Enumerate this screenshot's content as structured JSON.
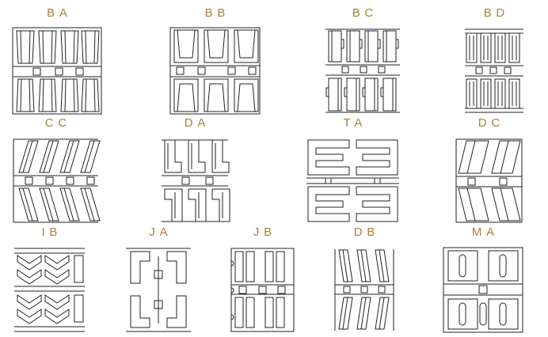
{
  "accent_color": "#A6843C",
  "line_color": "#222222",
  "rows": [
    {
      "items": [
        {
          "label": "BA"
        },
        {
          "label": "BB"
        },
        {
          "label": "BC"
        },
        {
          "label": "BD"
        }
      ]
    },
    {
      "items": [
        {
          "label": "CC"
        },
        {
          "label": "DA"
        },
        {
          "label": "TA"
        },
        {
          "label": "DC"
        }
      ]
    },
    {
      "items": [
        {
          "label": "IB"
        },
        {
          "label": "JA"
        },
        {
          "label": "JB"
        },
        {
          "label": "DB"
        },
        {
          "label": "MA"
        }
      ]
    }
  ]
}
